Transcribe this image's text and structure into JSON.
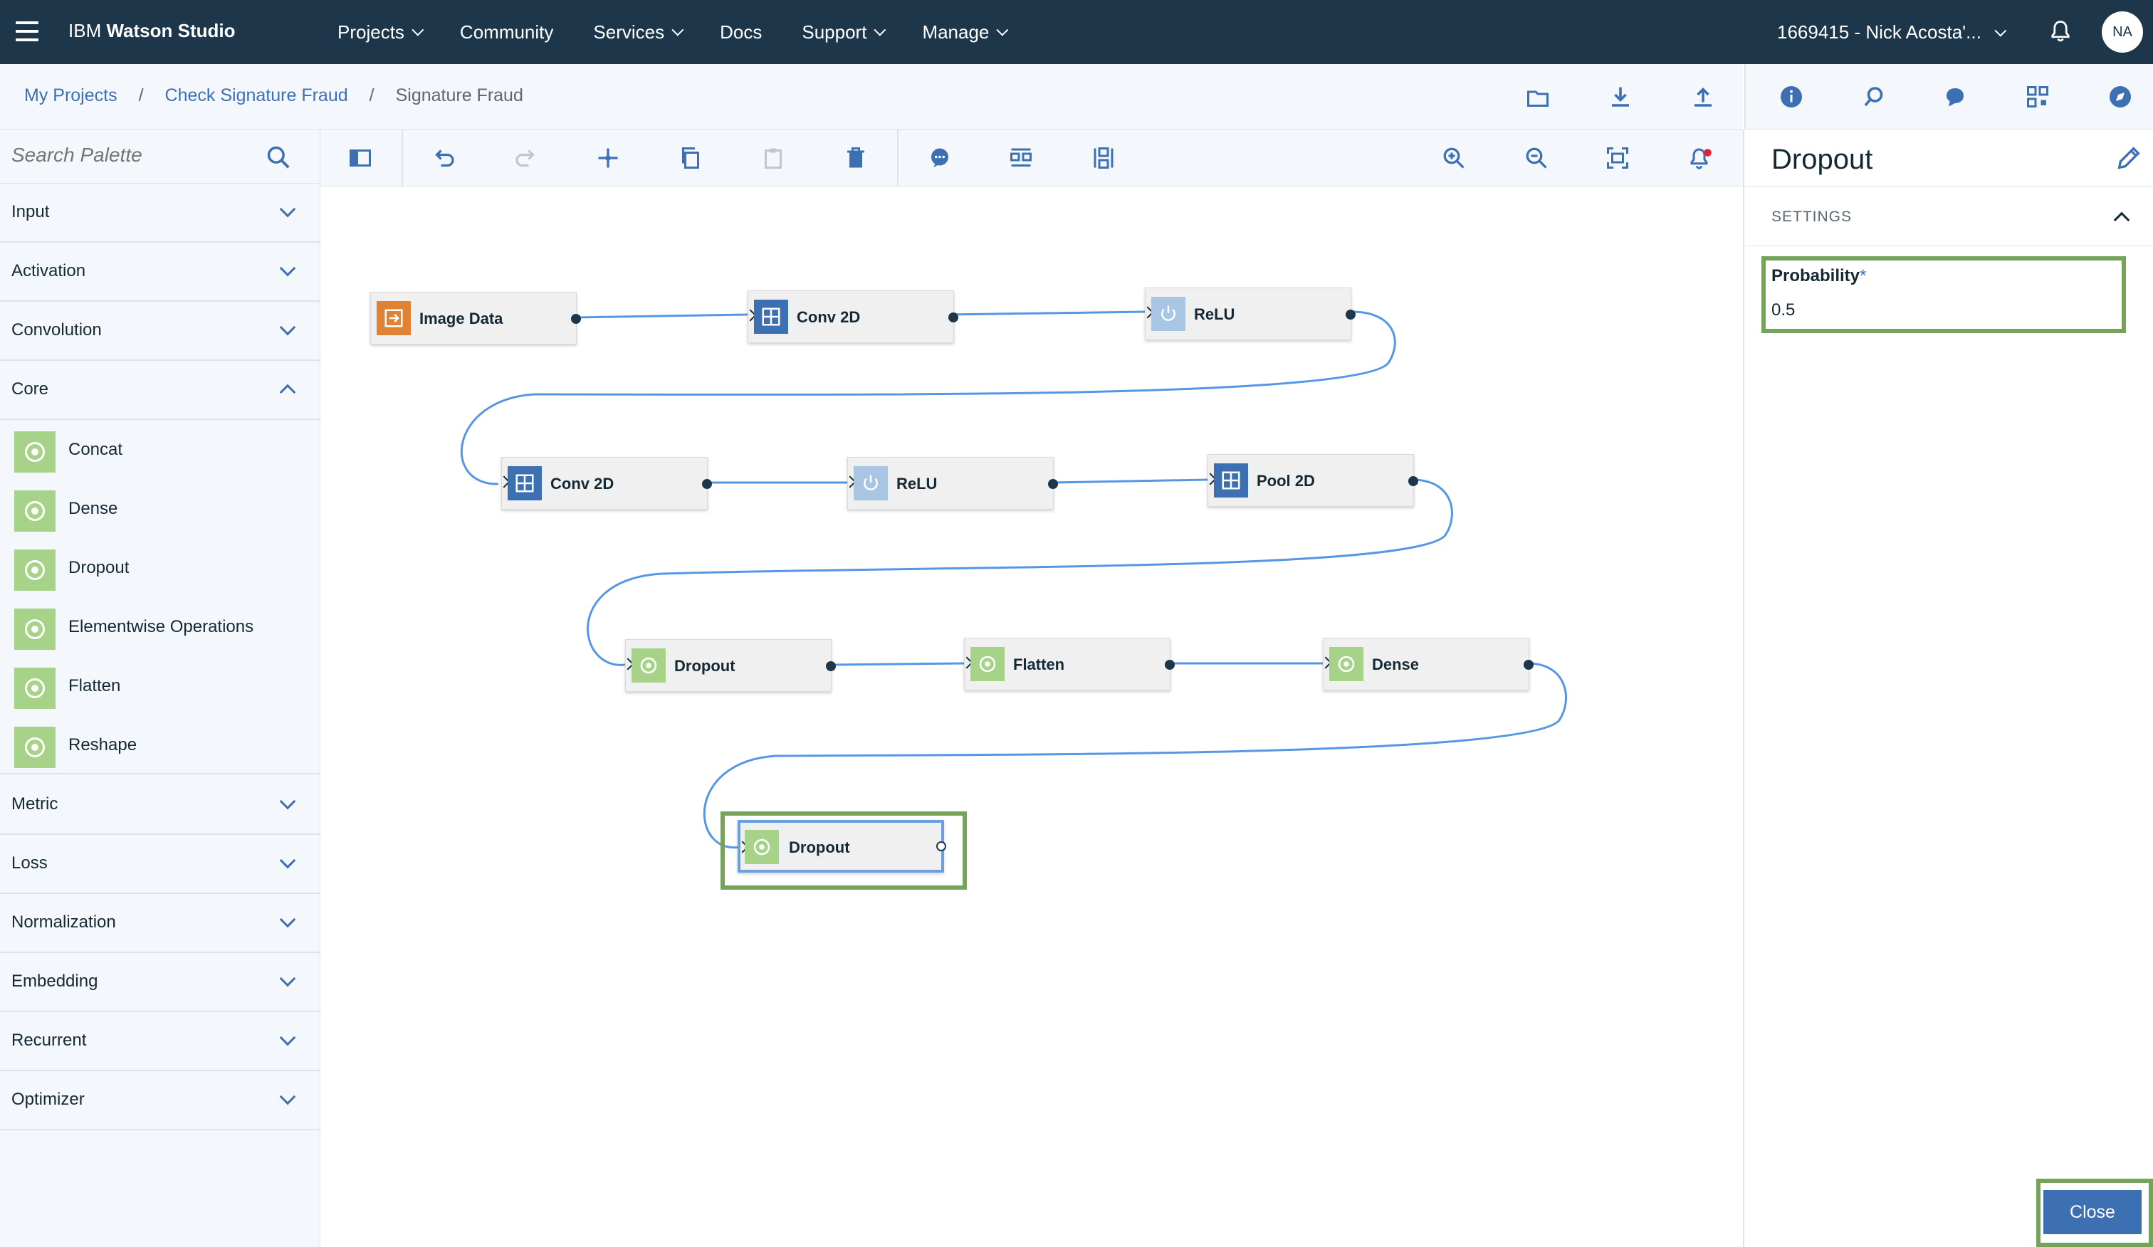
{
  "app": {
    "brand_prefix": "IBM",
    "brand_name": "Watson Studio",
    "nav": [
      {
        "label": "Projects",
        "has_menu": true
      },
      {
        "label": "Community",
        "has_menu": false
      },
      {
        "label": "Services",
        "has_menu": true
      },
      {
        "label": "Docs",
        "has_menu": false
      },
      {
        "label": "Support",
        "has_menu": true
      },
      {
        "label": "Manage",
        "has_menu": true
      }
    ],
    "account": "1669415 - Nick Acosta'...",
    "avatar_initials": "NA"
  },
  "breadcrumb": {
    "items": [
      "My Projects",
      "Check Signature Fraud"
    ],
    "separator": "/",
    "current": "Signature Fraud"
  },
  "palette": {
    "search_placeholder": "Search Palette",
    "categories_top": [
      "Input",
      "Activation",
      "Convolution"
    ],
    "core": {
      "label": "Core",
      "expanded": true,
      "items": [
        "Concat",
        "Dense",
        "Dropout",
        "Elementwise Operations",
        "Flatten",
        "Reshape"
      ]
    },
    "categories_bottom": [
      "Metric",
      "Loss",
      "Normalization",
      "Embedding",
      "Recurrent",
      "Optimizer"
    ]
  },
  "canvas": {
    "nodes": [
      {
        "label": "Image Data",
        "icon": "input-icon",
        "color": "#e08233"
      },
      {
        "label": "Conv 2D",
        "icon": "grid-icon",
        "color": "#3d70b2"
      },
      {
        "label": "ReLU",
        "icon": "power-icon",
        "color": "#a8c6e3"
      },
      {
        "label": "Conv 2D",
        "icon": "grid-icon",
        "color": "#3d70b2"
      },
      {
        "label": "ReLU",
        "icon": "power-icon",
        "color": "#a8c6e3"
      },
      {
        "label": "Pool 2D",
        "icon": "grid-icon",
        "color": "#3d70b2"
      },
      {
        "label": "Dropout",
        "icon": "target-icon",
        "color": "#a7d389"
      },
      {
        "label": "Flatten",
        "icon": "target-icon",
        "color": "#a7d389"
      },
      {
        "label": "Dense",
        "icon": "target-icon",
        "color": "#a7d389"
      },
      {
        "label": "Dropout",
        "icon": "target-icon",
        "color": "#a7d389",
        "selected": true
      }
    ]
  },
  "properties": {
    "title": "Dropout",
    "section": "SETTINGS",
    "field_label": "Probability",
    "required_mark": "*",
    "field_value": "0.5",
    "close_label": "Close"
  },
  "colors": {
    "topbar": "#1d3649",
    "accent": "#3d70b2",
    "highlight": "#76a35a"
  }
}
